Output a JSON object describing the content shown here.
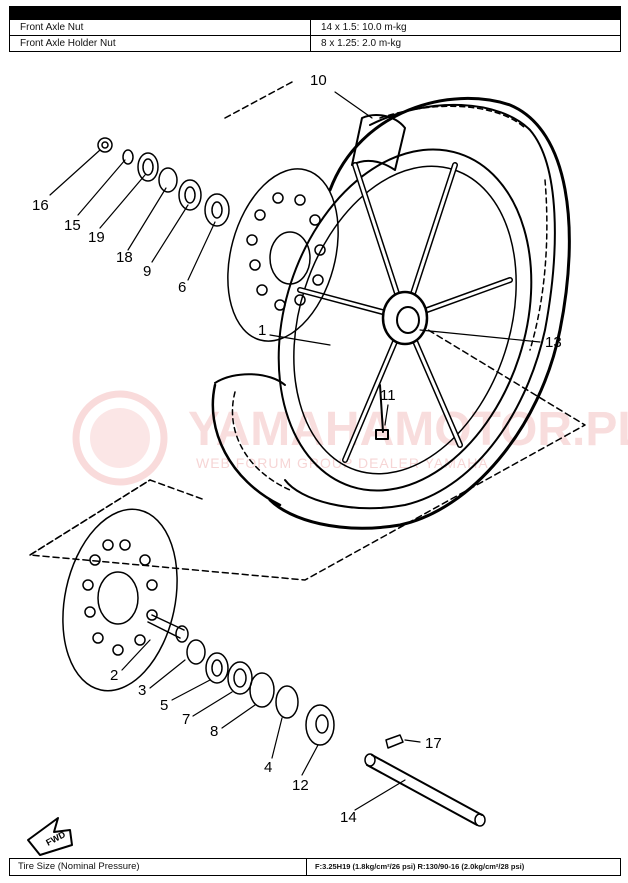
{
  "spec_table": {
    "rows": [
      {
        "part": "Front Axle Nut",
        "spec": "14 x 1.5: 10.0 m-kg"
      },
      {
        "part": "Front Axle Holder Nut",
        "spec": "8 x 1.25: 2.0 m-kg"
      }
    ]
  },
  "tire_table": {
    "label": "Tire Size (Nominal Pressure)",
    "value": "F:3.25H19 (1.8kg/cm²/26 psi)   R:130/90-16 (2.0kg/cm²/28 psi)"
  },
  "fwd_label": "FWD",
  "watermark": {
    "line1": "YAMAHAMOTOR.PL",
    "line2": "WEB FORUM GROUP DEALER YAMAHA"
  },
  "callouts": {
    "c1": "1",
    "c2": "2",
    "c3": "3",
    "c4": "4",
    "c5": "5",
    "c6": "6",
    "c7": "7",
    "c8": "8",
    "c9": "9",
    "c10": "10",
    "c11": "11",
    "c12": "12",
    "c13": "13",
    "c14": "14",
    "c15": "15",
    "c16": "16",
    "c17": "17",
    "c18": "18",
    "c19": "19"
  }
}
